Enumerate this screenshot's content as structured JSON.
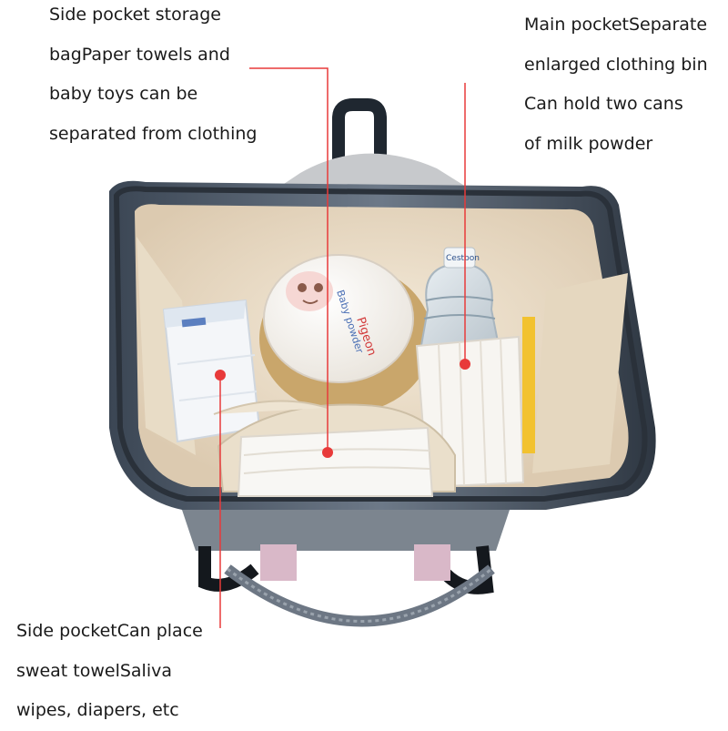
{
  "annotations": {
    "top_left": [
      "Side pocket storage",
      "bagPaper towels and",
      "baby toys can be",
      "separated from clothing"
    ],
    "top_right": [
      "Main pocketSeparate",
      "enlarged clothing bin",
      "Can hold two cans",
      "of milk powder"
    ],
    "bottom_left": [
      "Side pocketCan place",
      "sweat towelSaliva",
      "wipes, diapers, etc"
    ]
  },
  "product_labels": {
    "jar_brand": "Pigeon",
    "jar_product": "Baby powder",
    "bottle_brand": "Cestbon"
  },
  "colors": {
    "callout_line": "#e83a3a",
    "bag_shell": "#5d6a78",
    "bag_lining": "#efe3d0"
  }
}
